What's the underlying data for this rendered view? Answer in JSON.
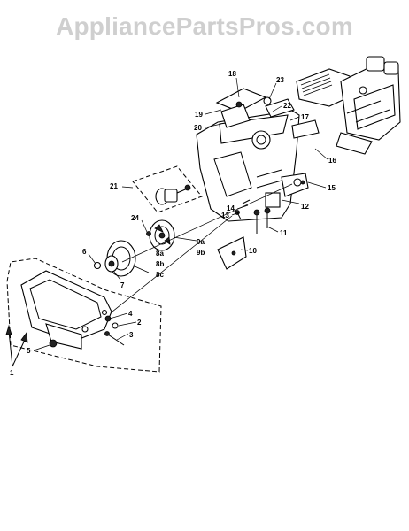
{
  "watermark": "AppliancePartsPros.com",
  "labels": {
    "l1": "1",
    "l2": "2",
    "l3": "3",
    "l4": "4",
    "l5": "5",
    "l6": "6",
    "l7": "7",
    "l8a": "8a",
    "l8b": "8b",
    "l8c": "8c",
    "l9a": "9a",
    "l9b": "9b",
    "l10": "10",
    "l11": "11",
    "l12": "12",
    "l13": "13",
    "l14": "14",
    "l15": "15",
    "l16": "16",
    "l17": "17",
    "l18": "18",
    "l19": "19",
    "l20": "20",
    "l21": "21",
    "l22": "22",
    "l23": "23",
    "l24": "24"
  }
}
